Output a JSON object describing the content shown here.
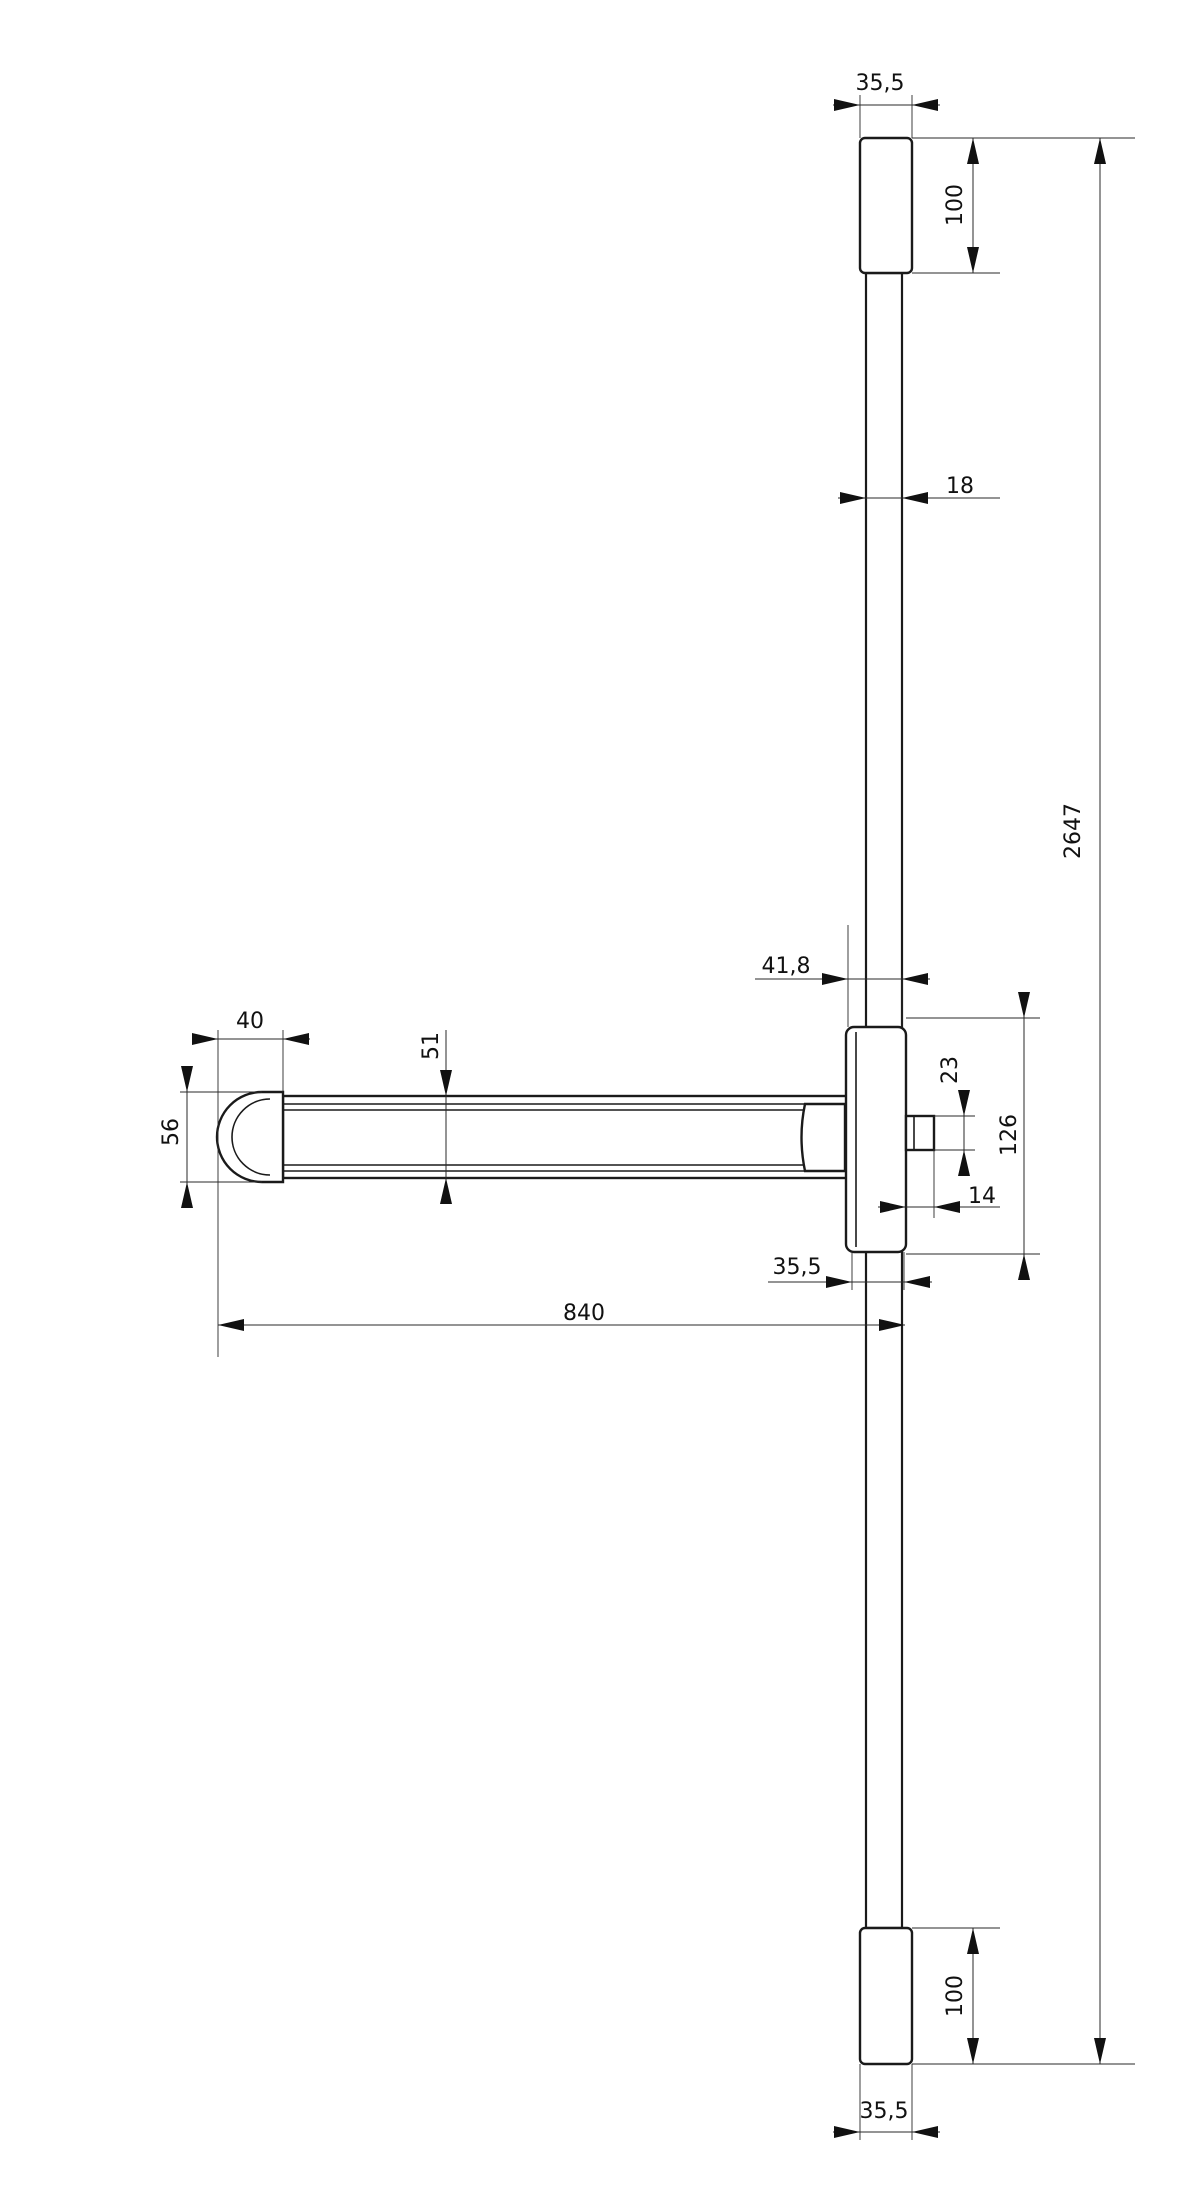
{
  "drawing": {
    "title": "",
    "dimensions": {
      "top_cap_width": "35,5",
      "top_cap_height": "100",
      "rod_diameter": "18",
      "overall_height": "2647",
      "lock_case_width": "41,8",
      "handle_length": "840",
      "handle_end_width": "40",
      "handle_bar_height": "51",
      "handle_end_height": "56",
      "lock_case_height": "126",
      "latch_height": "23",
      "latch_depth": "14",
      "lock_case_depth": "35,5",
      "bottom_cap_height": "100",
      "bottom_cap_width": "35,5"
    }
  }
}
